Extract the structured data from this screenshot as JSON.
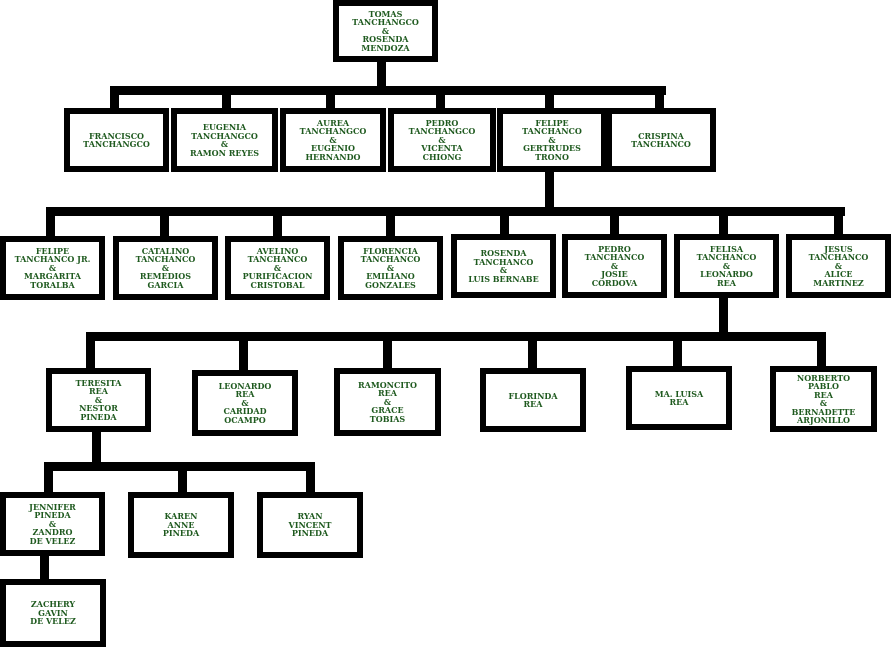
{
  "colors": {
    "line": "#000000",
    "text": "#1f5a1f",
    "background": "#ffffff"
  },
  "tree": {
    "root": "TOMAS TANCHANGCO\n&\nROSENDA MENDOZA",
    "gen1": [
      "FRANCISCO\nTANCHANGCO",
      "EUGENIA\nTANCHANGCO\n&\nRAMON REYES",
      "AUREA\nTANCHANGCO\n&\nEUGENIO\nHERNANDO",
      "PEDRO\nTANCHANGCO\n&\nVICENTA\nCHIONG",
      "FELIPE\nTANCHANCO\n&\nGERTRUDES\nTRONO",
      "CRISPINA\nTANCHANCO"
    ],
    "gen2": [
      "FELIPE\nTANCHANCO JR.\n&\nMARGARITA\nTORALBA",
      "CATALINO\nTANCHANCO\n&\nREMEDIOS\nGARCIA",
      "AVELINO\nTANCHANCO\n&\nPURIFICACION\nCRISTOBAL",
      "FLORENCIA\nTANCHANCO\n&\nEMILIANO\nGONZALES",
      "ROSENDA\nTANCHANCO\n&\nLUIS BERNABE",
      "PEDRO\nTANCHANCO\n&\nJOSIE\nCORDOVA",
      "FELISA\nTANCHANCO\n&\nLEONARDO\nREA",
      "JESUS\nTANCHANCO\n&\nALICE\nMARTINEZ"
    ],
    "gen3": [
      "TERESITA\nREA\n&\nNESTOR\nPINEDA",
      "LEONARDO\nREA\n&\nCARIDAD\nOCAMPO",
      "RAMONCITO\nREA\n&\nGRACE\nTOBIAS",
      "FLORINDA\nREA",
      "MA. LUISA\nREA",
      "NORBERTO\nPABLO\nREA\n&\nBERNADETTE\nARJONILLO"
    ],
    "gen4": [
      "JENNIFER\nPINEDA\n&\nZANDRO\nDE VELEZ",
      "KAREN\nANNE\nPINEDA",
      "RYAN\nVINCENT\nPINEDA"
    ],
    "gen5": [
      "ZACHERY\nGAVIN\nDE VELEZ"
    ]
  }
}
